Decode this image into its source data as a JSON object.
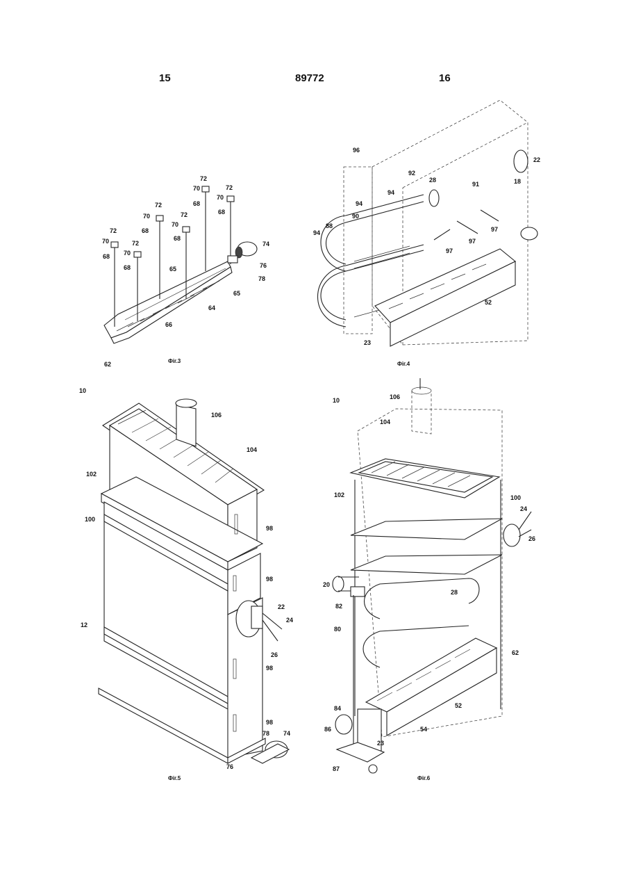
{
  "header": {
    "page_left": "15",
    "patent_number": "89772",
    "page_right": "16"
  },
  "figures": [
    {
      "caption": "Фіг.3",
      "labels": [
        "72",
        "70",
        "68",
        "72",
        "70",
        "68",
        "72",
        "70",
        "68",
        "72",
        "70",
        "68",
        "72",
        "70",
        "68",
        "72",
        "70",
        "68",
        "74",
        "76",
        "78",
        "65",
        "65",
        "64",
        "66",
        "62"
      ]
    },
    {
      "caption": "Фіг.4",
      "labels": [
        "96",
        "22",
        "92",
        "28",
        "91",
        "18",
        "94",
        "90",
        "94",
        "97",
        "97",
        "97",
        "88",
        "94",
        "52",
        "23"
      ]
    },
    {
      "caption": "Фіг.5",
      "labels": [
        "10",
        "106",
        "104",
        "102",
        "100",
        "98",
        "98",
        "12",
        "22",
        "24",
        "26",
        "98",
        "98",
        "78",
        "74",
        "76"
      ]
    },
    {
      "caption": "Фіг.6",
      "labels": [
        "10",
        "106",
        "104",
        "102",
        "100",
        "24",
        "26",
        "20",
        "28",
        "82",
        "80",
        "62",
        "52",
        "84",
        "86",
        "54",
        "23",
        "87"
      ]
    }
  ]
}
